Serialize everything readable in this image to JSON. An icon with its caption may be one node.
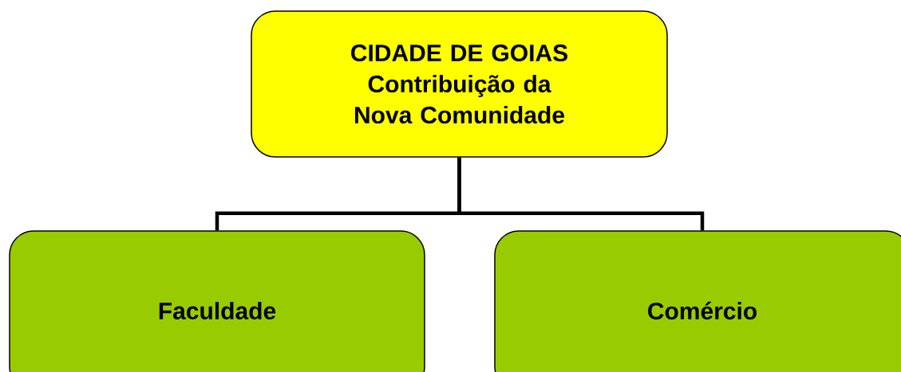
{
  "diagram": {
    "nodes": [
      {
        "text": [
          "CIDADE DE GOIAS",
          "Contribuição da Nova Comunidade"
        ]
      },
      {
        "text": [
          "Faculdade"
        ]
      },
      {
        "text": [
          "Comércio"
        ]
      }
    ],
    "edges": [
      {
        "from": 0,
        "to": 1,
        "arrow": "none"
      },
      {
        "from": 0,
        "to": 2,
        "arrow": "none"
      }
    ]
  }
}
